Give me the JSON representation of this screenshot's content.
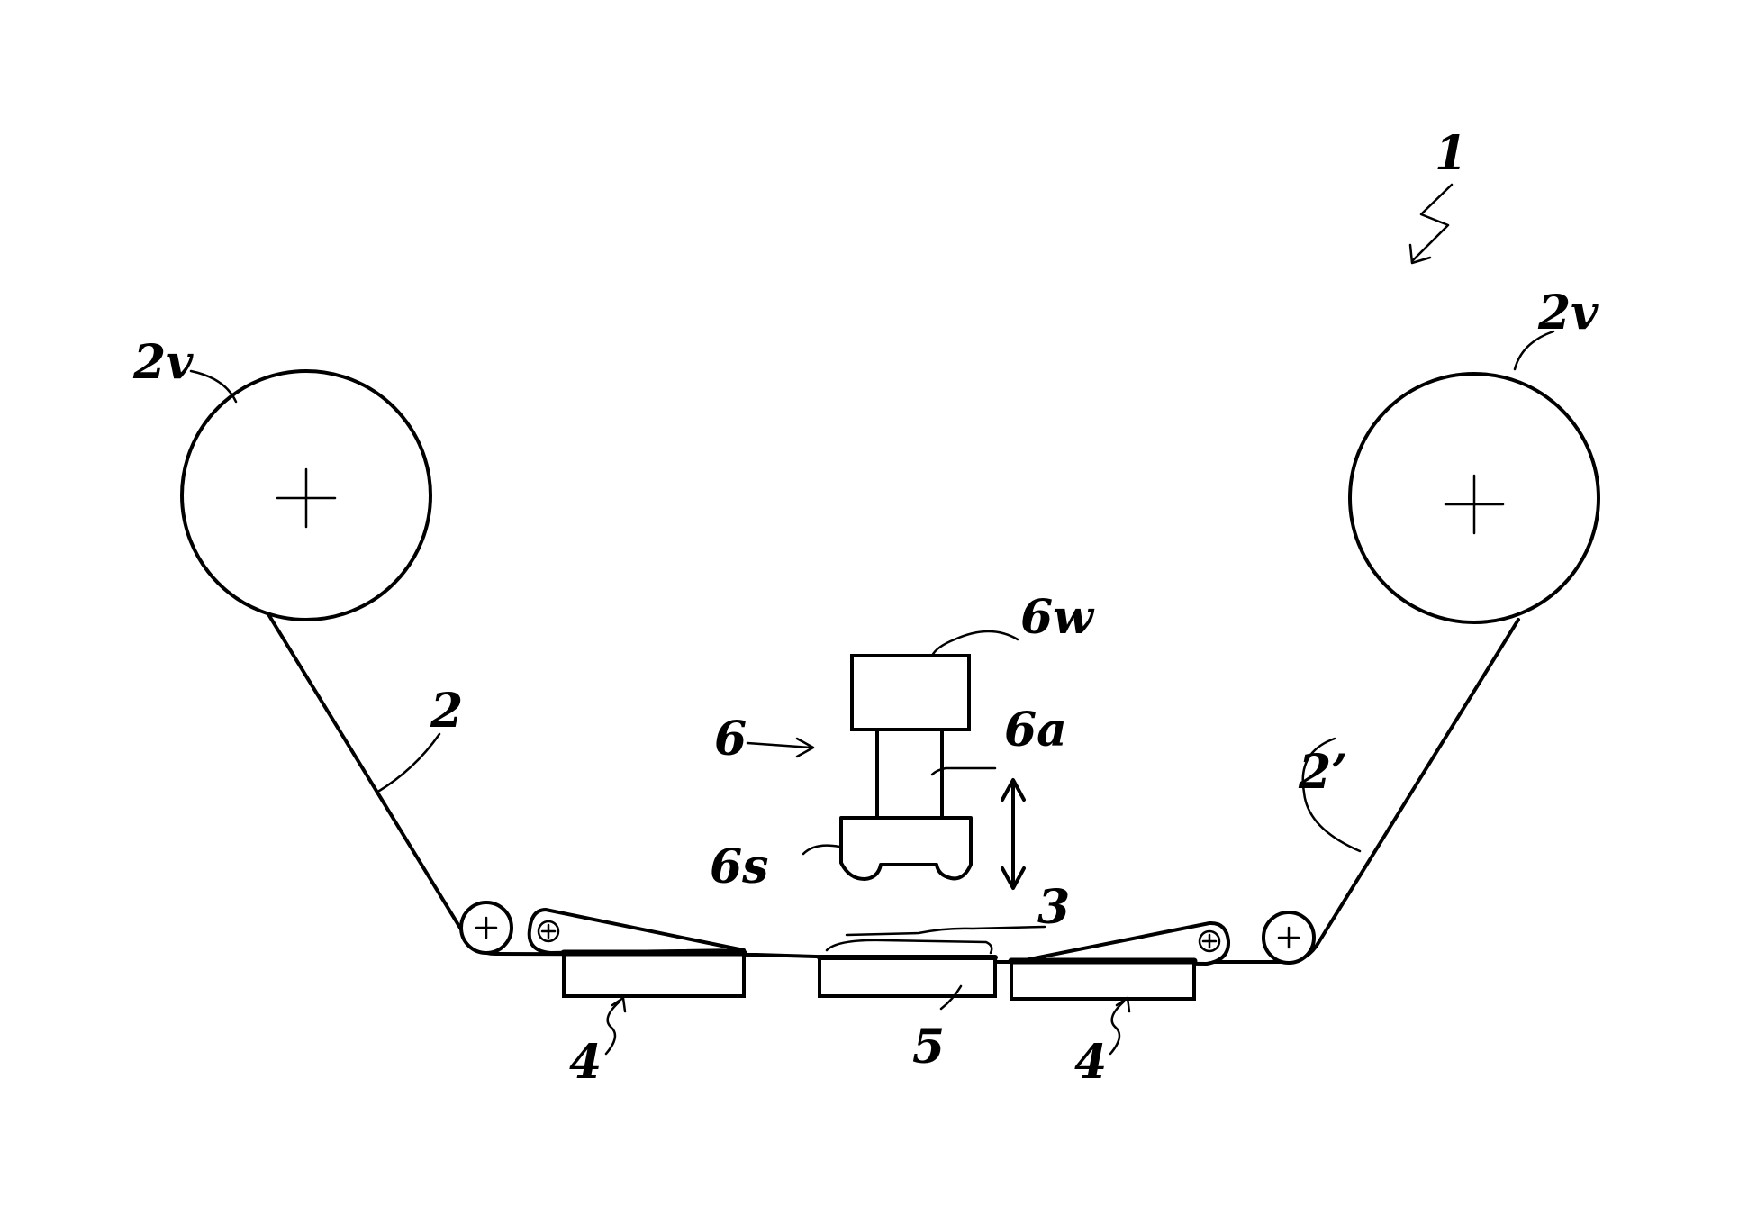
{
  "labels": {
    "machine": "1",
    "reel_left": "2v",
    "reel_right": "2v",
    "web_left": "2",
    "web_right": "2’",
    "product": "3",
    "station_left": "4",
    "station_right": "4",
    "anvil": "5",
    "unit": "6",
    "unit_drive": "6w",
    "unit_actuator": "6a",
    "unit_sonotrode": "6s"
  },
  "colors": {
    "ink": "#000000",
    "paper": "#ffffff"
  },
  "icons": {
    "reel_center": "crosshair-icon",
    "roller_center": "plus-icon",
    "motion": "double-arrow-icon"
  }
}
